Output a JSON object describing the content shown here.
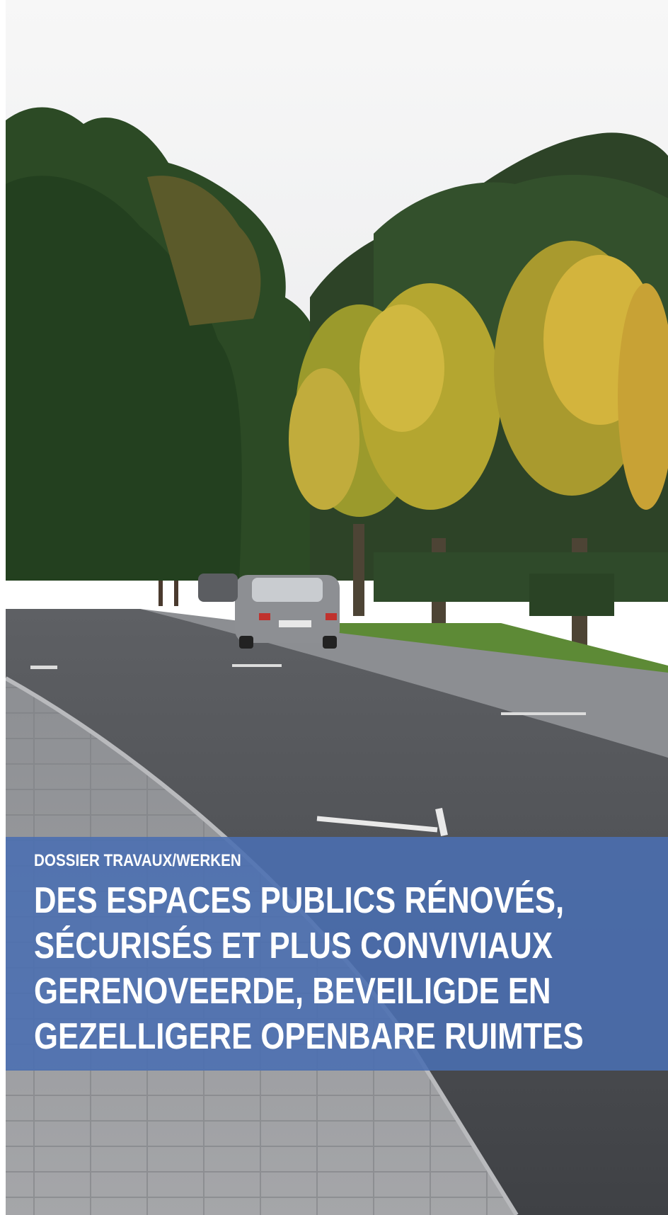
{
  "banner": {
    "kicker": "DOSSIER TRAVAUX/WERKEN",
    "headline_lines": [
      "DES ESPACES PUBLICS RÉNOVÉS,",
      "SÉCURISÉS ET PLUS CONVIVIAUX",
      "GERENOVEERDE, BEVEILIGDE EN",
      "GEZELLIGERE OPENBARE RUIMTES"
    ],
    "color": "#4a6eb2"
  },
  "photo": {
    "subject": "street-with-autumn-trees"
  }
}
